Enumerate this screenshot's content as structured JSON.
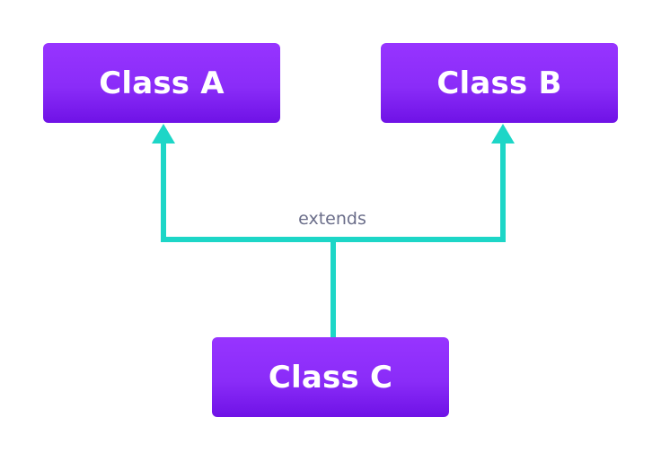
{
  "diagram": {
    "nodes": {
      "class_a": "Class A",
      "class_b": "Class B",
      "class_c": "Class C"
    },
    "edge_label": "extends",
    "colors": {
      "node_fill_top": "#9734ff",
      "node_fill_bottom": "#6f12e6",
      "node_text": "#ffffff",
      "connector": "#1dd6c7",
      "label_text": "#6b6e8a",
      "background": "#ffffff"
    }
  }
}
